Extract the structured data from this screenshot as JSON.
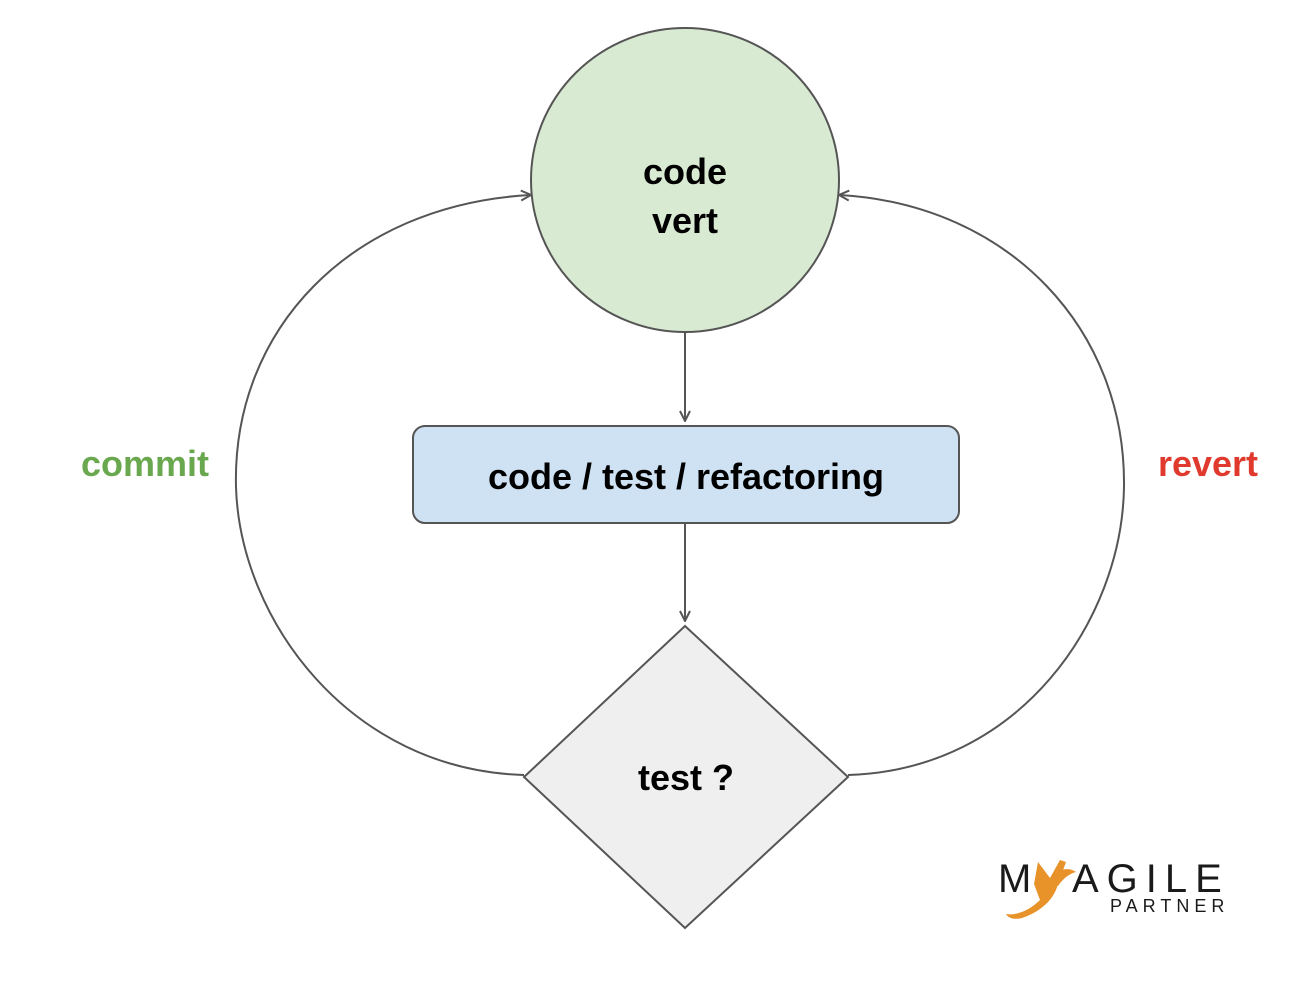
{
  "nodes": {
    "start": {
      "line1": "code",
      "line2": "vert",
      "fill": "#d9ead3"
    },
    "process": {
      "label": "code / test / refactoring",
      "fill": "#cfe2f3"
    },
    "decision": {
      "label": "test ?",
      "fill": "#efefef"
    }
  },
  "edges": {
    "commit": {
      "label": "commit",
      "color": "#6aa84f"
    },
    "revert": {
      "label": "revert",
      "color": "#e03a2f"
    }
  },
  "logo": {
    "letter_m": "M",
    "word_rest": "AGILE",
    "sub": "PARTNER",
    "accent": "#e8922a"
  },
  "colors": {
    "stroke": "#555555",
    "text": "#000000"
  }
}
